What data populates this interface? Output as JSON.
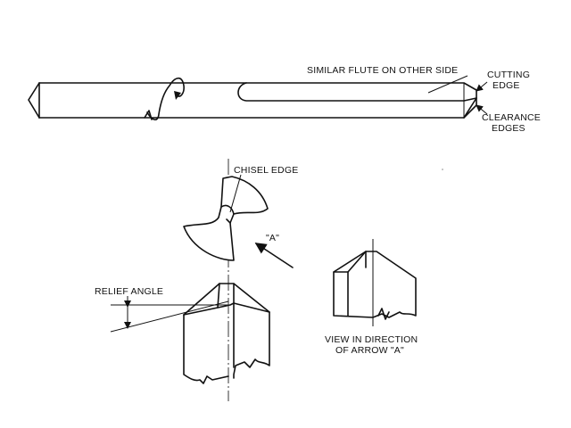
{
  "labels": {
    "similar_flute": "SIMILAR FLUTE ON OTHER SIDE",
    "cutting_edge_1": "CUTTING",
    "cutting_edge_2": "EDGE",
    "clearance_edges_1": "CLEARANCE",
    "clearance_edges_2": "EDGES",
    "chisel_edge": "CHISEL EDGE",
    "arrow_a": "\"A\"",
    "relief_angle": "RELIEF ANGLE",
    "view_direction_1": "VIEW IN DIRECTION",
    "view_direction_2": "OF ARROW \"A\""
  },
  "colors": {
    "ink": "#111111",
    "paper": "#ffffff"
  }
}
